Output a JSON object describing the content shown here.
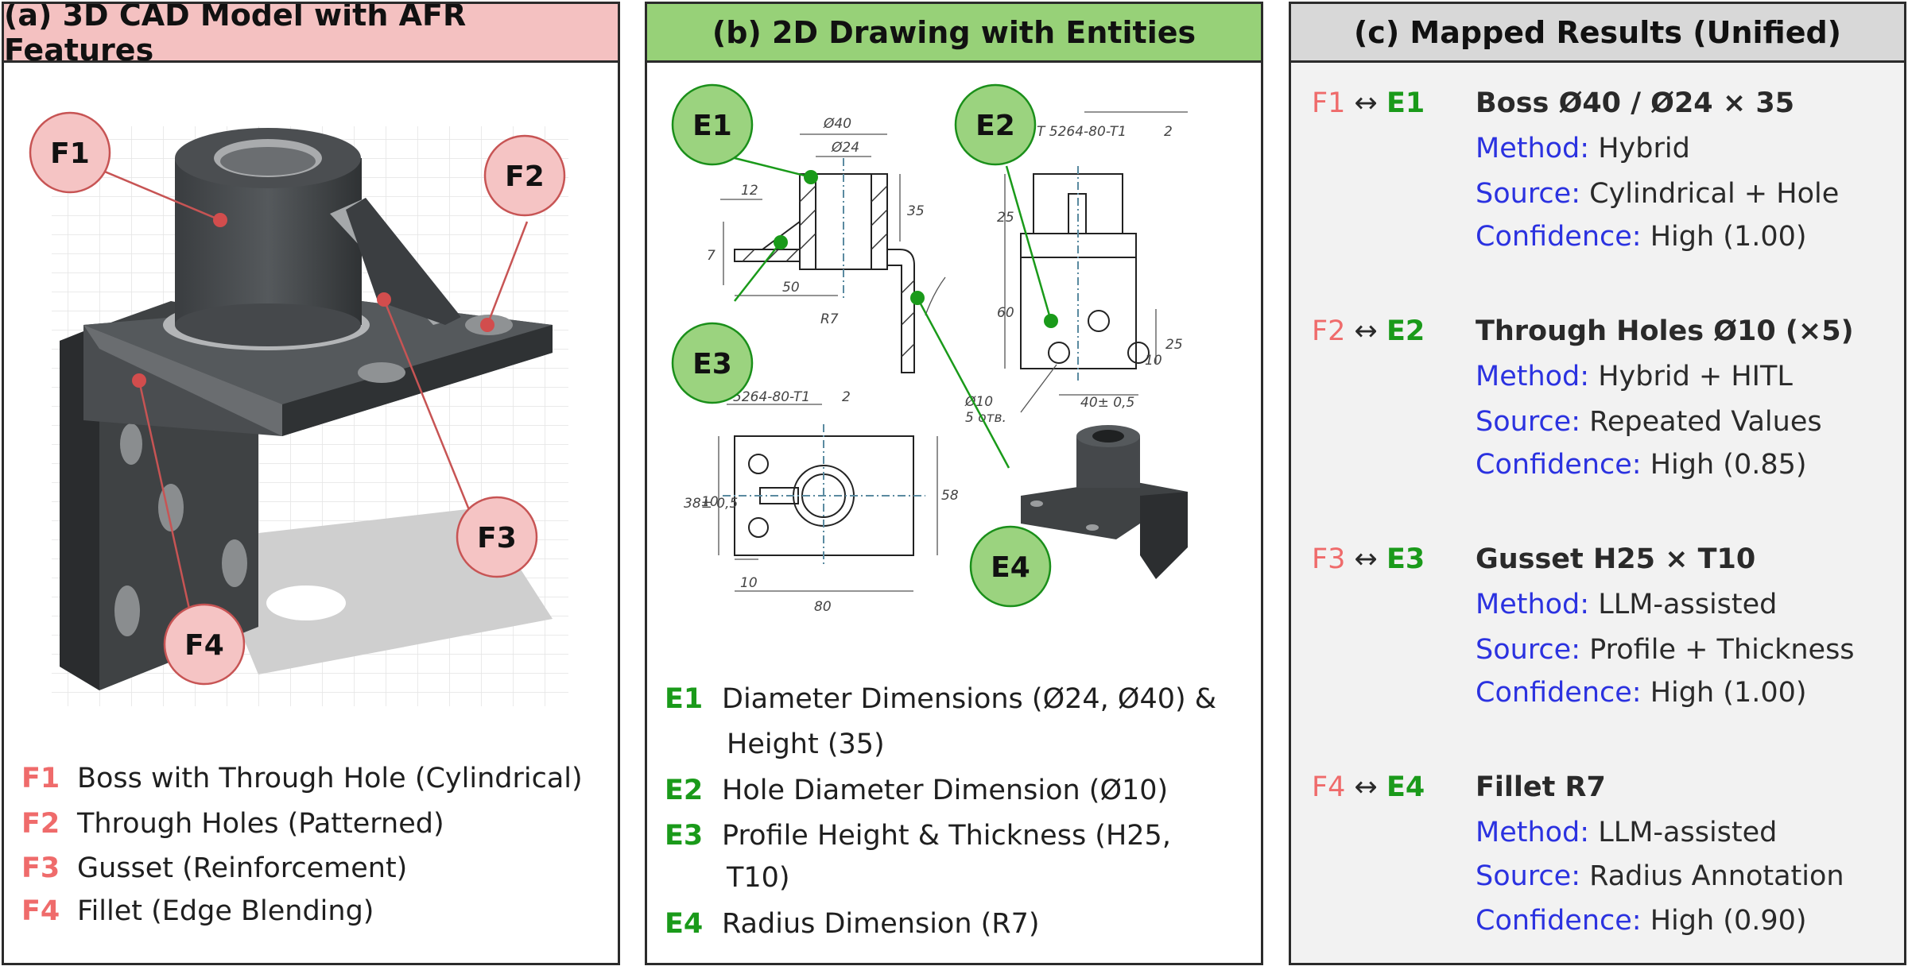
{
  "panel_a": {
    "title": "(a) 3D CAD Model with AFR Features",
    "callouts": [
      "F1",
      "F2",
      "F3",
      "F4"
    ],
    "legend": [
      {
        "id": "F1",
        "text": "Boss with Through Hole (Cylindrical)"
      },
      {
        "id": "F2",
        "text": "Through Holes (Patterned)"
      },
      {
        "id": "F3",
        "text": "Gusset (Reinforcement)"
      },
      {
        "id": "F4",
        "text": "Fillet (Edge Blending)"
      }
    ]
  },
  "panel_b": {
    "title": "(b) 2D Drawing with Entities",
    "callouts": [
      "E1",
      "E2",
      "E3",
      "E4"
    ],
    "dims": {
      "d40": "Ø40",
      "d24": "Ø24",
      "d12": "12",
      "d35": "35",
      "d7": "7",
      "d50": "50",
      "r7": "R7",
      "spec_top": "T 5264-80-T1",
      "spec_num": "2",
      "d25": "25",
      "d60": "60",
      "d10a": "10",
      "d25b": "25",
      "d40tol": "40± 0,5",
      "d10hole": "Ø10",
      "holes_note": "5 отв.",
      "spec_bot": "5264-80-T1",
      "spec_num2": "2",
      "d38": "38± 0,5",
      "d10b": "10",
      "d58": "58",
      "d10c": "10",
      "d80": "80"
    },
    "legend": [
      {
        "id": "E1",
        "line1": "Diameter Dimensions (Ø24, Ø40) &",
        "line2": "Height (35)"
      },
      {
        "id": "E2",
        "line1": "Hole Diameter Dimension (Ø10)",
        "line2": ""
      },
      {
        "id": "E3",
        "line1": "Profile Height & Thickness (H25,",
        "line2": "T10)"
      },
      {
        "id": "E4",
        "line1": "Radius Dimension (R7)",
        "line2": ""
      }
    ]
  },
  "panel_c": {
    "title": "(c) Mapped Results (Unified)",
    "arrow": "↔",
    "method_label": "Method:",
    "source_label": "Source:",
    "confidence_label": "Confidence:",
    "mappings": [
      {
        "f": "F1",
        "e": "E1",
        "name": "Boss Ø40 / Ø24 × 35",
        "method": "Hybrid",
        "source": "Cylindrical + Hole",
        "confidence": "High (1.00)"
      },
      {
        "f": "F2",
        "e": "E2",
        "name": "Through Holes Ø10 (×5)",
        "method": "Hybrid + HITL",
        "source": "Repeated Values",
        "confidence": "High (0.85)"
      },
      {
        "f": "F3",
        "e": "E3",
        "name": "Gusset H25 × T10",
        "method": "LLM-assisted",
        "source": "Profile + Thickness",
        "confidence": "High (1.00)"
      },
      {
        "f": "F4",
        "e": "E4",
        "name": "Fillet R7",
        "method": "LLM-assisted",
        "source": "Radius Annotation",
        "confidence": "High (0.90)"
      }
    ]
  },
  "colors": {
    "f_red": "#ef6b6b",
    "e_green": "#1a9a1a",
    "label_blue": "#2b32e0",
    "head_a": "#f4c1c1",
    "head_b": "#97d178",
    "head_c": "#d8d8d8"
  }
}
